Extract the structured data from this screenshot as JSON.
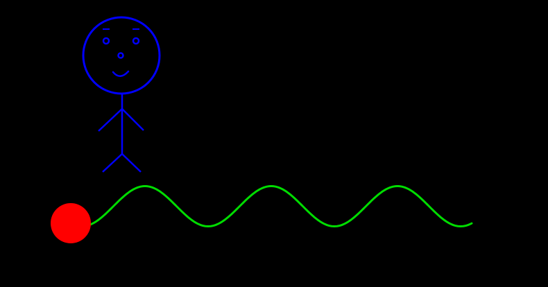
{
  "scene": {
    "background_color": "#000000",
    "figure": {
      "name": "stick-figure",
      "color": "#0000ff",
      "expression": "smiling"
    },
    "ball": {
      "name": "red-ball",
      "color": "#ff0000"
    },
    "wave": {
      "name": "sine-wave",
      "color": "#00dd00",
      "cycles": 3
    }
  }
}
